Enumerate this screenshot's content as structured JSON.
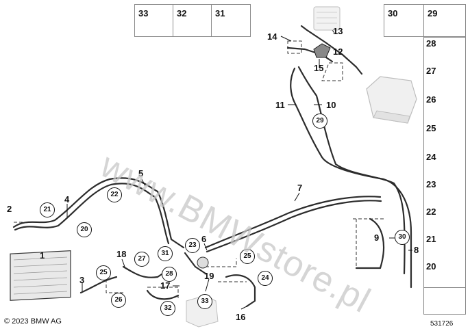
{
  "watermark": "www.BMWstore.pl",
  "copyright": "© 2023 BMW AG",
  "reference_number": "531726",
  "callouts": [
    "1",
    "2",
    "3",
    "4",
    "5",
    "6",
    "7",
    "8",
    "9",
    "10",
    "11",
    "12",
    "13",
    "14",
    "15",
    "16",
    "17",
    "18",
    "19"
  ],
  "circled_callouts": [
    "20",
    "21",
    "22",
    "23",
    "24",
    "25",
    "26",
    "27",
    "28",
    "29",
    "30",
    "31",
    "32",
    "33"
  ],
  "parts_panel_top": [
    "33",
    "32",
    "31"
  ],
  "parts_panel_right": [
    "30",
    "29",
    "28",
    "27",
    "26",
    "25",
    "24",
    "23",
    "22",
    "21",
    "20"
  ]
}
